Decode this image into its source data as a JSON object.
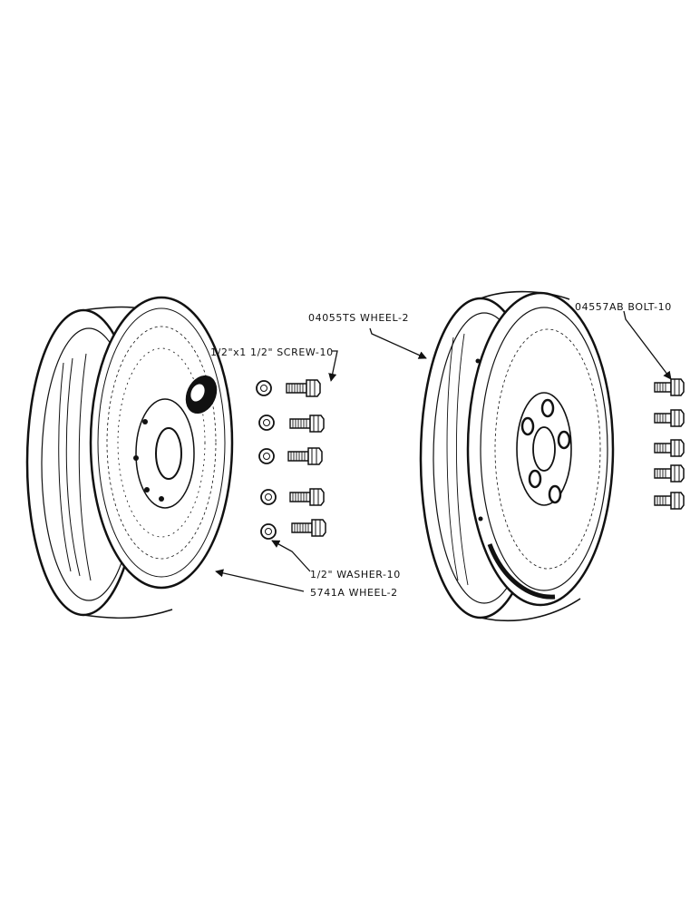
{
  "labels": {
    "screw": "1/2\"x1 1/2\" SCREW-10",
    "washer": "1/2\" WASHER-10",
    "wheel_left": "5741A WHEEL-2",
    "wheel_right": "04055TS WHEEL-2",
    "bolt": "04557AB BOLT-10"
  },
  "colors": {
    "ink": "#111111",
    "paper": "#ffffff"
  }
}
